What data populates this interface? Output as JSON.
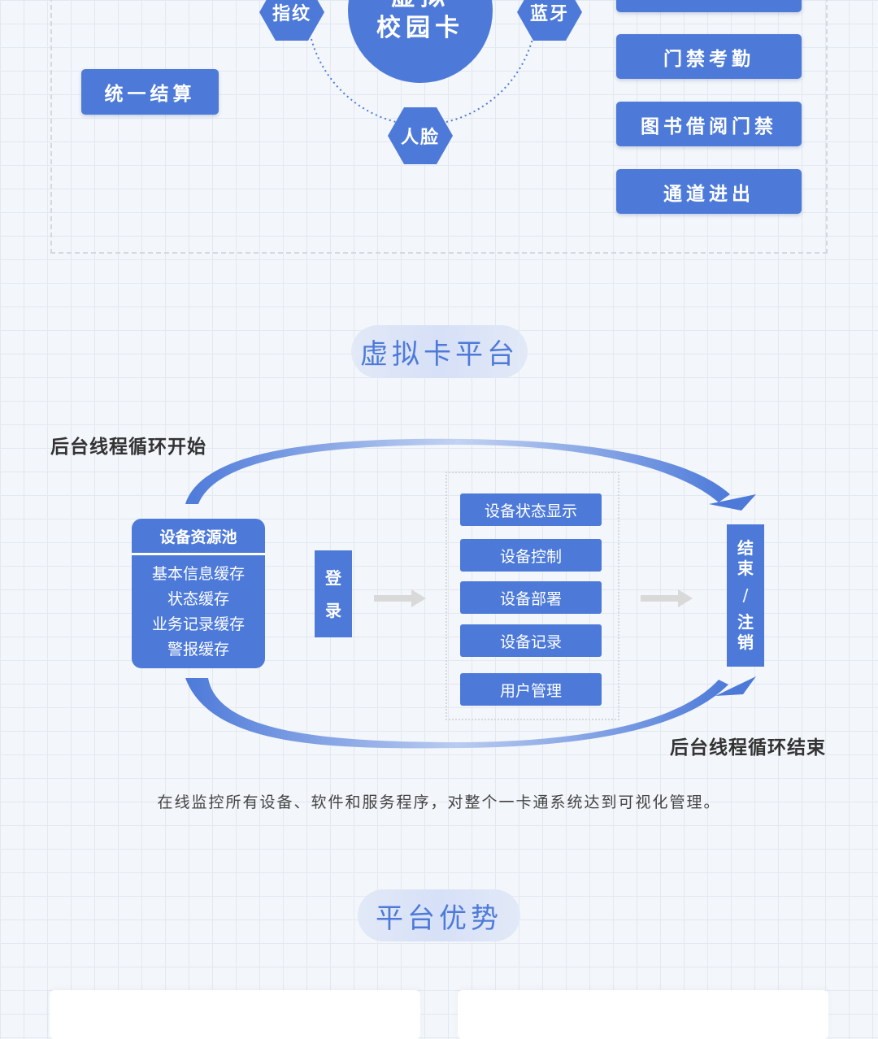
{
  "top_section": {
    "left_button": "统一结算",
    "center_lines": [
      "虚拟",
      "校园卡"
    ],
    "hexes": {
      "fingerprint": "指纹",
      "bluetooth": "蓝牙",
      "face": "人脸"
    },
    "right_buttons": [
      "门禁考勤",
      "图书借阅门禁",
      "通道进出"
    ]
  },
  "virtual_platform": {
    "title": "虚拟卡平台",
    "loop_start": "后台线程循环开始",
    "loop_end": "后台线程循环结束",
    "pool": {
      "title": "设备资源池",
      "items": [
        "基本信息缓存",
        "状态缓存",
        "业务记录缓存",
        "警报缓存"
      ]
    },
    "login": [
      "登",
      "录"
    ],
    "functions": [
      "设备状态显示",
      "设备控制",
      "设备部署",
      "设备记录",
      "用户管理"
    ],
    "end": [
      "结",
      "束",
      "/",
      "注",
      "销"
    ],
    "caption": "在线监控所有设备、软件和服务程序，对整个一卡通系统达到可视化管理。"
  },
  "advantages": {
    "title": "平台优势"
  },
  "colors": {
    "primary": "#4d7ad9",
    "arrow_gray": "#d9d9d9",
    "pill_bg": "#dbe4f7"
  }
}
